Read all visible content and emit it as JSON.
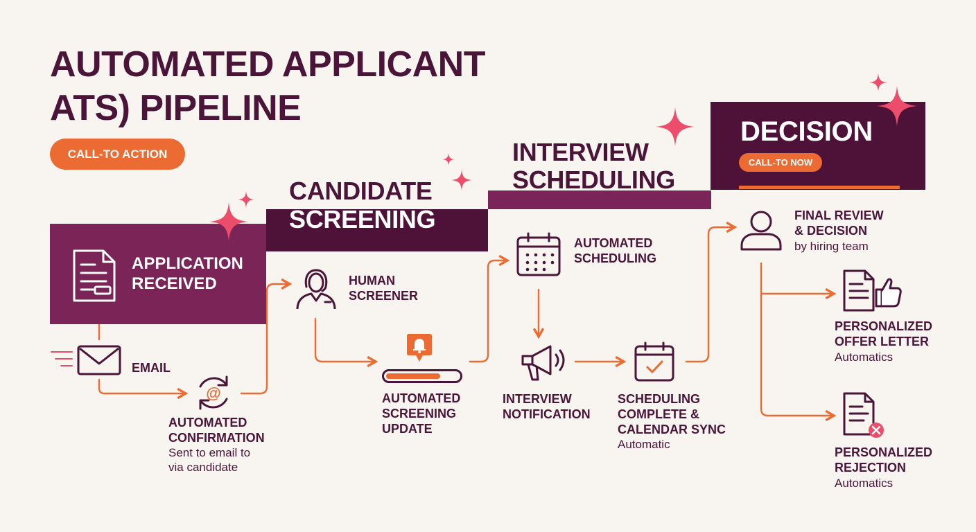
{
  "title": {
    "line1": "AUTOMATED APPLICANT",
    "line2": "ATS) PIPELINE"
  },
  "cta_main": "CALL-TO ACTION",
  "stages": {
    "candidate": {
      "line1": "CANDIDATE",
      "line2": "SCREENING"
    },
    "interview": {
      "line1": "INTERVIEW",
      "line2": "SCHEDULING"
    },
    "decision": {
      "title": "DECISION",
      "cta": "CALL-TO NOW"
    }
  },
  "steps": {
    "application": {
      "line1": "APPLICATION",
      "line2": "RECEIVED"
    },
    "email": "EMAIL",
    "confirmation": {
      "line1": "AUTOMATED",
      "line2": "CONFIRMATION",
      "sub1": "Sent to email to",
      "sub2": "via candidate"
    },
    "human": {
      "line1": "HUMAN",
      "line2": "SCREENER"
    },
    "screening_update": {
      "line1": "AUTOMATED",
      "line2": "SCREENING",
      "line3": "UPDATE",
      "progress": 0.75
    },
    "auto_sched": {
      "line1": "AUTOMATED",
      "line2": "SCHEDULING"
    },
    "notification": {
      "line1": "INTERVIEW",
      "line2": "NOTIFICATION"
    },
    "sched_complete": {
      "line1": "SCHEDULING",
      "line2": "COMPLETE &",
      "line3": "CALENDAR SYNC",
      "sub": "Automatic"
    },
    "final": {
      "line1": "FINAL REVIEW",
      "line2": "& DECISION",
      "sub": "by hiring team"
    },
    "offer": {
      "line1": "PERSONALIZED",
      "line2": "OFFER LETTER",
      "sub": "Automatics"
    },
    "rejection": {
      "line1": "PERSONALIZED",
      "line2": "REJECTION",
      "sub": "Automatics"
    }
  },
  "colors": {
    "dark_plum": "#4a1538",
    "plum": "#7a2457",
    "orange": "#ec6b33",
    "pink": "#ec4d6a",
    "background": "#f8f4ef"
  },
  "icons": [
    "document-icon",
    "envelope-icon",
    "at-sync-icon",
    "person-screener-icon",
    "bell-icon",
    "calendar-icon",
    "megaphone-icon",
    "calendar-check-icon",
    "user-icon",
    "offer-letter-icon",
    "rejection-letter-icon",
    "sparkle-icon"
  ]
}
